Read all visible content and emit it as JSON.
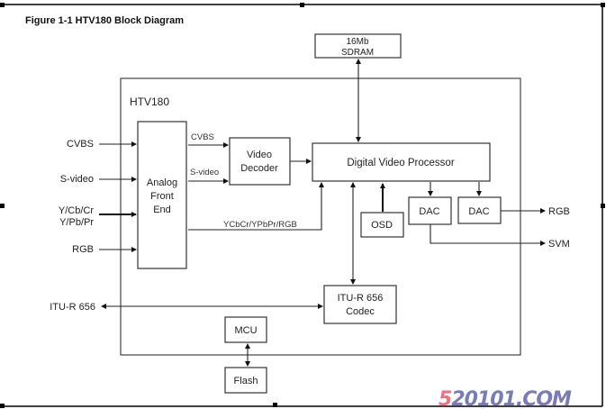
{
  "figure": {
    "title": "Figure 1-1 HTV180 Block Diagram",
    "chip_label": "HTV180"
  },
  "blocks": {
    "sdram": [
      "16Mb",
      "SDRAM"
    ],
    "analog_front_end": [
      "Analog",
      "Front",
      "End"
    ],
    "video_decoder": [
      "Video",
      "Decoder"
    ],
    "digital_video_processor": "Digital Video Processor",
    "osd": "OSD",
    "dac_1": "DAC",
    "dac_2": "DAC",
    "itu_codec": [
      "ITU-R 656",
      "Codec"
    ],
    "mcu": "MCU",
    "flash": "Flash"
  },
  "inputs": {
    "cvbs": "CVBS",
    "s_video": "S-video",
    "ycbcr": [
      "Y/Cb/Cr",
      "Y/Pb/Pr"
    ],
    "rgb": "RGB",
    "itu": "ITU-R 656"
  },
  "wire_labels": {
    "cvbs": "CVBS",
    "s_video": "S-video",
    "component": "YCbCr/YPbPr/RGB"
  },
  "outputs": {
    "rgb": "RGB",
    "svm": "SVM"
  },
  "watermark": {
    "digit": "5",
    "rest": "20101.COM",
    "digit_color": "#f07080",
    "rest_color": "#7a7ab8"
  }
}
